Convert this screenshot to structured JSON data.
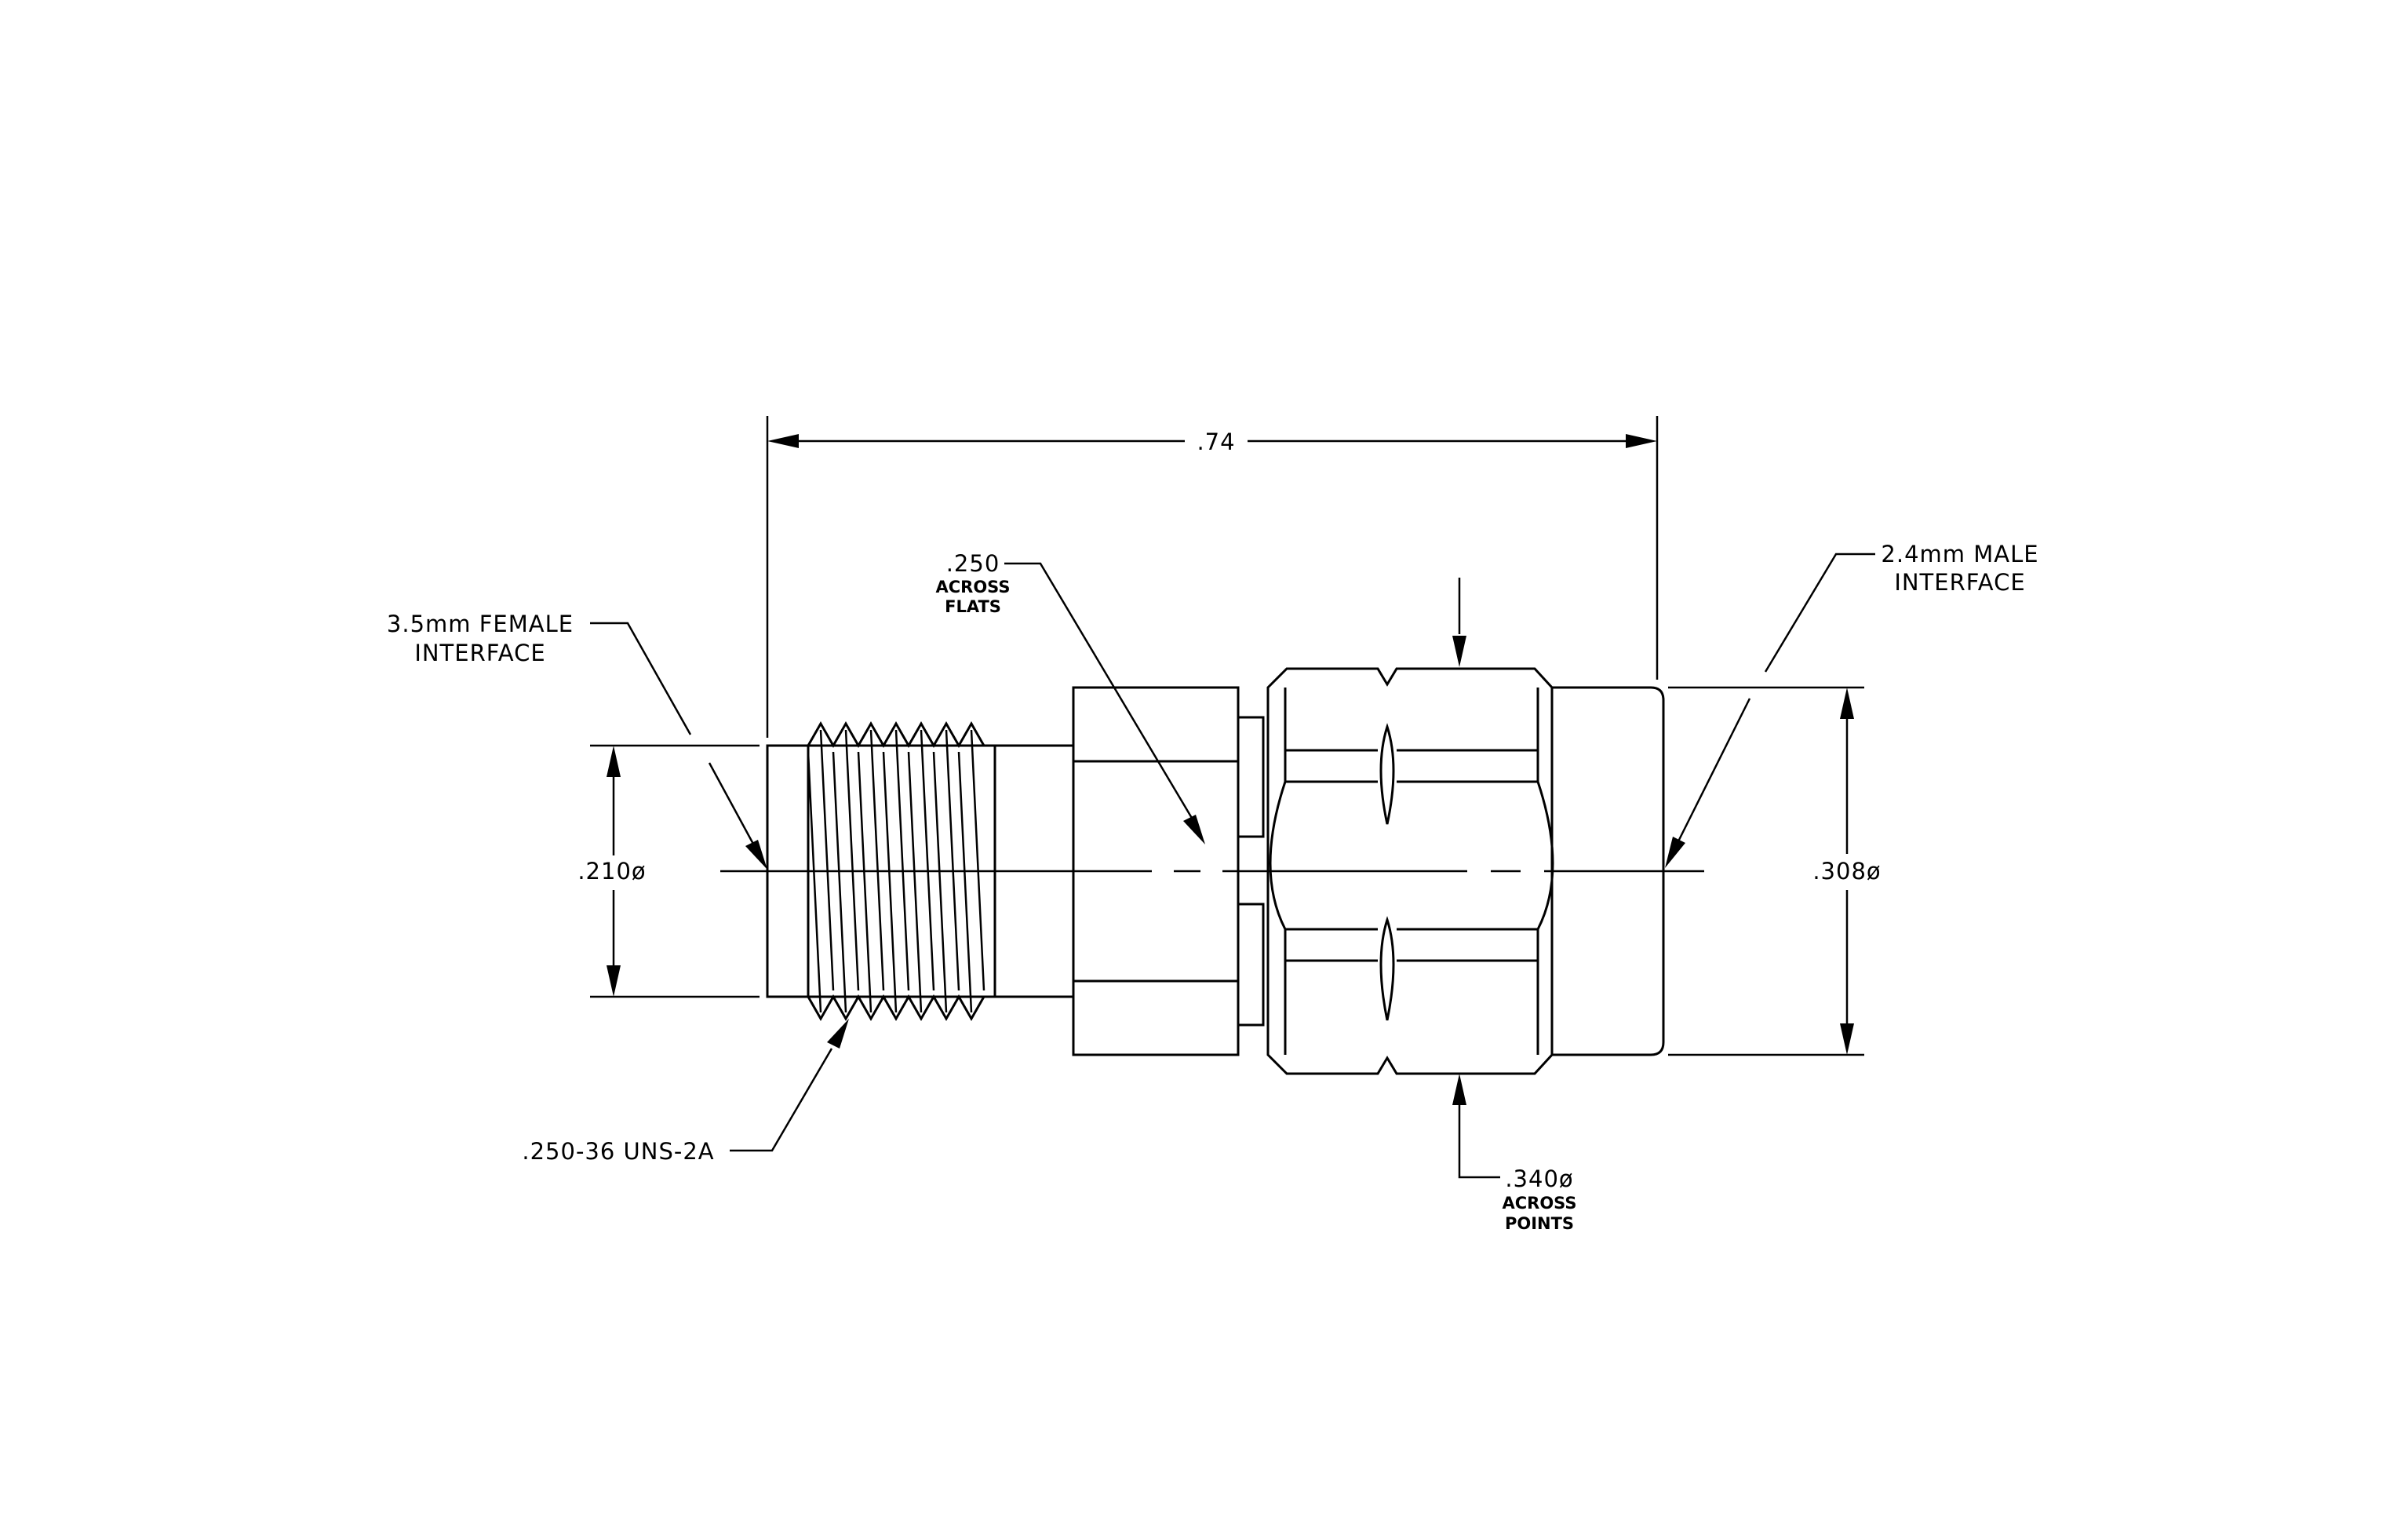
{
  "annotations": {
    "overall_length": ".74",
    "female_interface": [
      "3.5mm FEMALE",
      "INTERFACE"
    ],
    "male_interface": [
      "2.4mm MALE",
      "INTERFACE"
    ],
    "hex_flats": {
      "value": ".250",
      "line1": "ACROSS",
      "line2": "FLATS"
    },
    "hex_points": {
      "value": ".340ø",
      "line1": "ACROSS",
      "line2": "POINTS"
    },
    "female_diameter": ".210ø",
    "male_diameter": ".308ø",
    "thread_spec": ".250-36 UNS-2A"
  }
}
